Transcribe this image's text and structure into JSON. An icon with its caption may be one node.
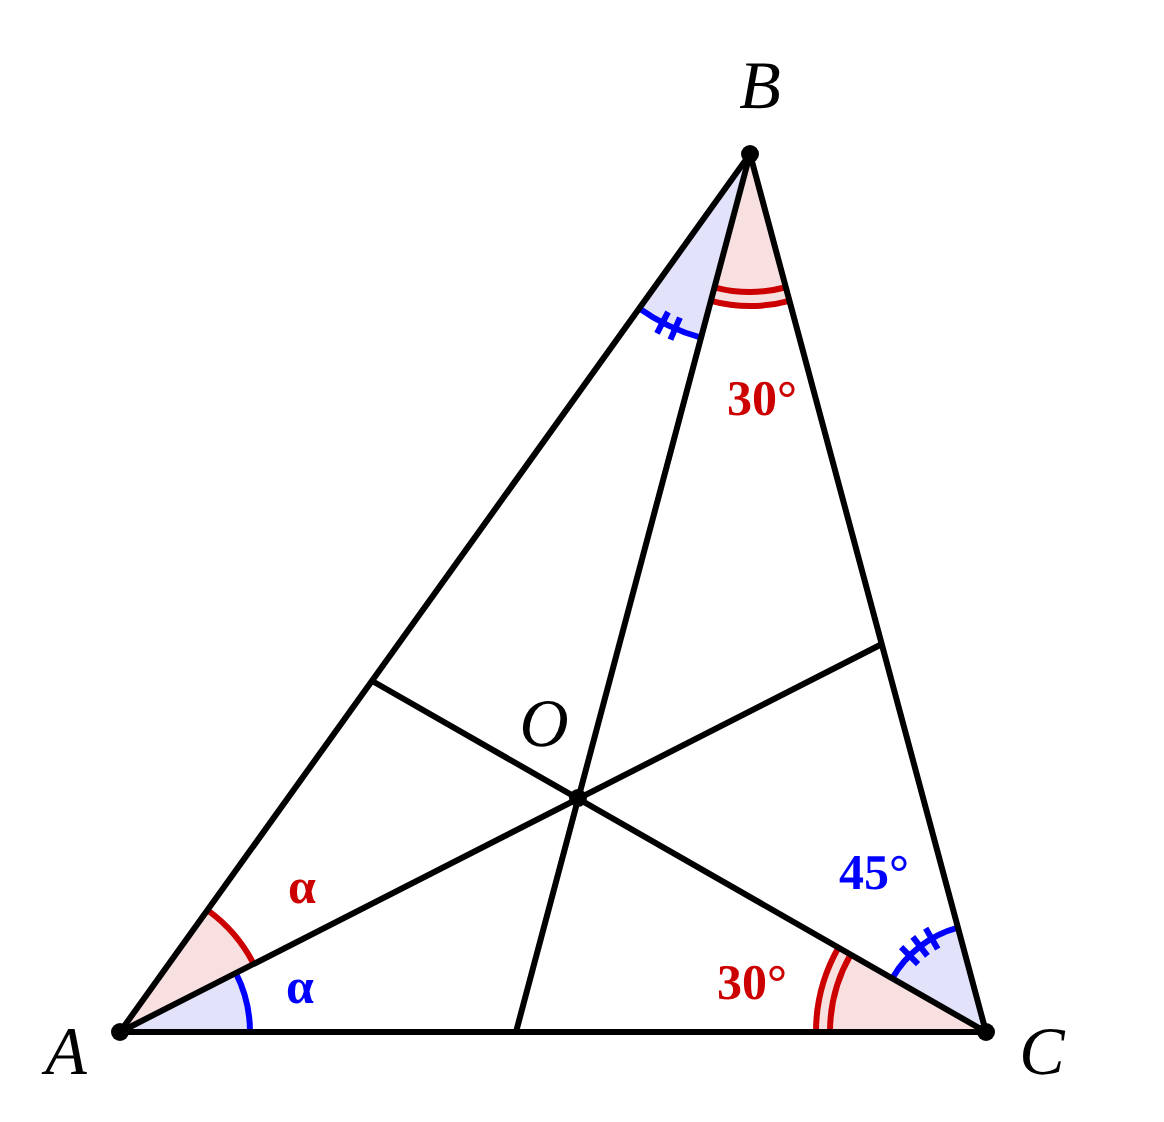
{
  "diagram": {
    "labels": [
      "B",
      "30°",
      "O",
      "45°",
      "α",
      "α",
      "30°",
      "A",
      "C"
    ]
  }
}
